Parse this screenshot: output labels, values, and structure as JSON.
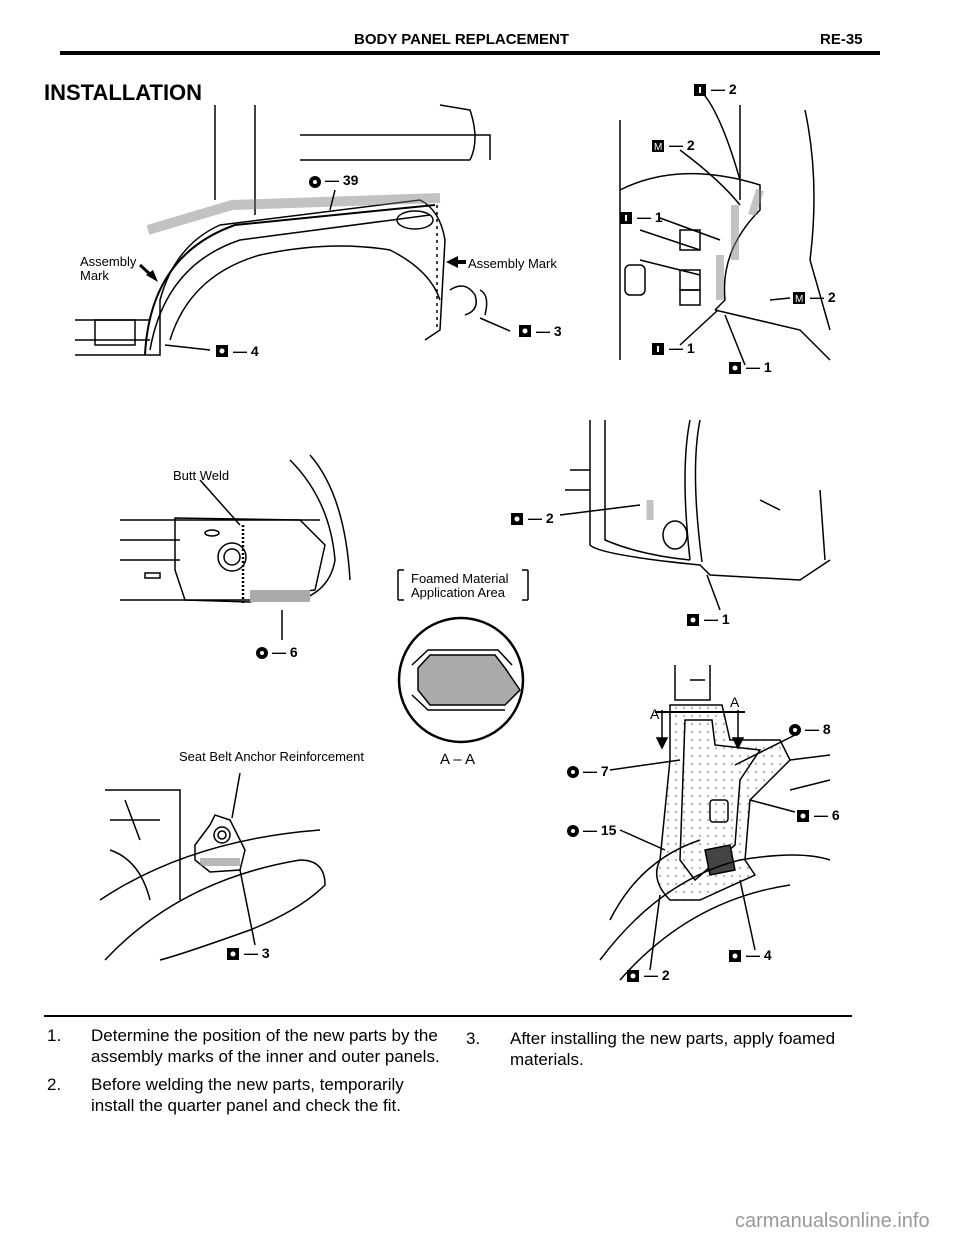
{
  "header": {
    "section_title": "BODY PANEL REPLACEMENT",
    "page_ref": "RE-35"
  },
  "heading": "INSTALLATION",
  "figure1": {
    "label_assembly_mark_left": "Assembly\nMark",
    "label_assembly_mark_right": "Assembly Mark",
    "callouts": [
      "— 39",
      "— 4",
      "— 3"
    ]
  },
  "figure2": {
    "callouts": [
      "— 2",
      "— 2",
      "— 1",
      "— 2",
      "— 1",
      "— 1"
    ]
  },
  "figure3": {
    "label_butt_weld": "Butt Weld",
    "callouts": [
      "— 6"
    ]
  },
  "figure4": {
    "label_foamed": "Foamed Material\nApplication Area",
    "section_label": "A – A",
    "callouts": [
      "— 2",
      "— 1"
    ]
  },
  "figure5": {
    "label_anchor": "Seat Belt Anchor Reinforcement",
    "callouts": [
      "— 3"
    ]
  },
  "figure6": {
    "section_marks": [
      "A",
      "A"
    ],
    "callouts": [
      "— 8",
      "— 7",
      "— 6",
      "— 15",
      "— 4",
      "— 2"
    ]
  },
  "steps": [
    {
      "num": "1.",
      "text": "Determine the position of the new parts by the assembly marks of the inner and outer panels."
    },
    {
      "num": "2.",
      "text": "Before welding the new parts, temporarily install the quarter panel and check the fit."
    },
    {
      "num": "3.",
      "text": "After installing the new parts, apply foamed materials."
    }
  ],
  "watermark": "carmanualsonline.info"
}
